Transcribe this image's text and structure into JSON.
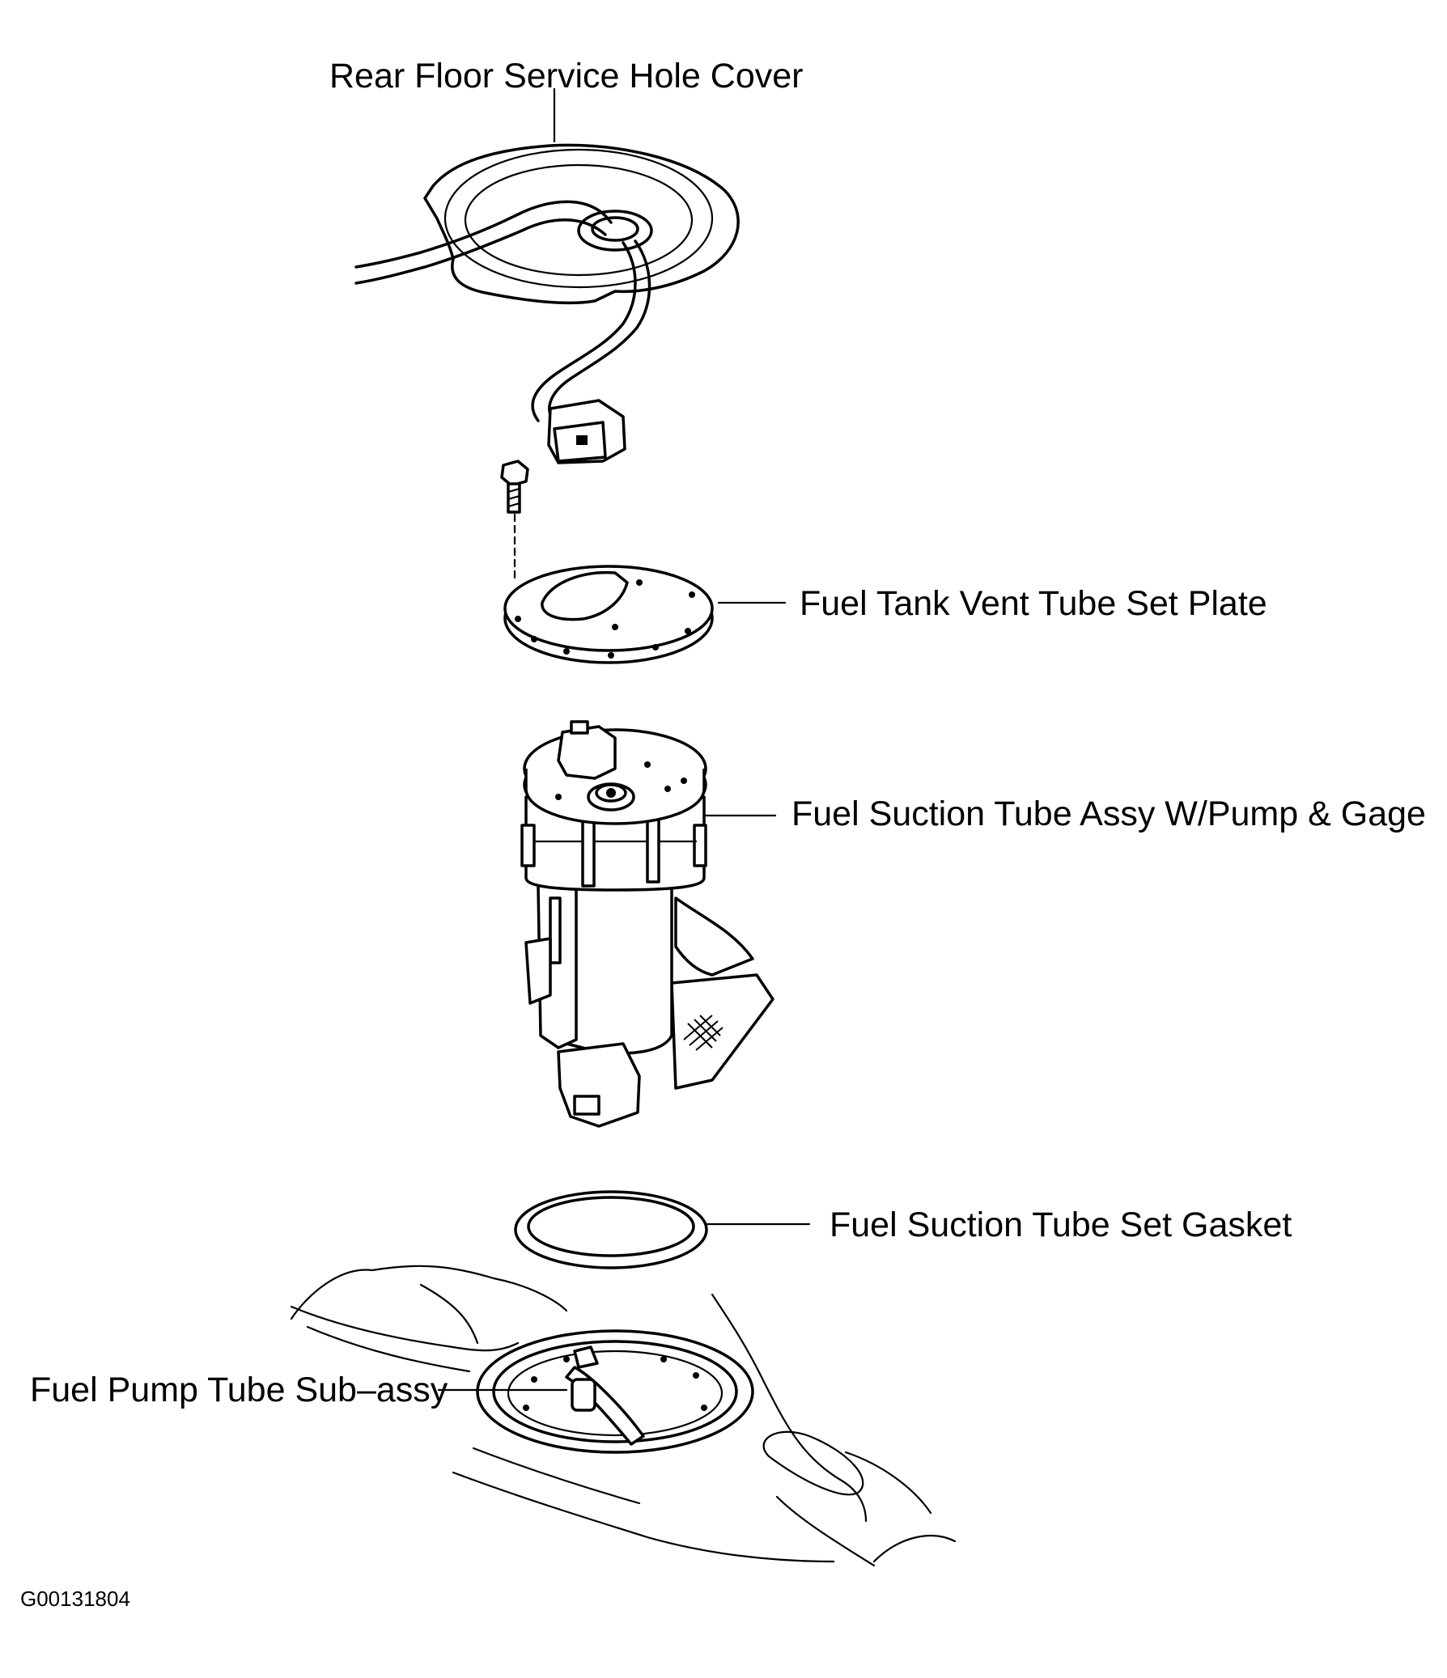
{
  "labels": {
    "rear_floor_cover": "Rear Floor Service Hole Cover",
    "vent_tube_plate": "Fuel Tank Vent Tube Set Plate",
    "suction_tube_assy": "Fuel Suction Tube Assy W/Pump & Gage",
    "set_gasket": "Fuel Suction Tube Set Gasket",
    "pump_tube_subassy": "Fuel Pump Tube Sub–assy"
  },
  "figure_code": "G00131804"
}
